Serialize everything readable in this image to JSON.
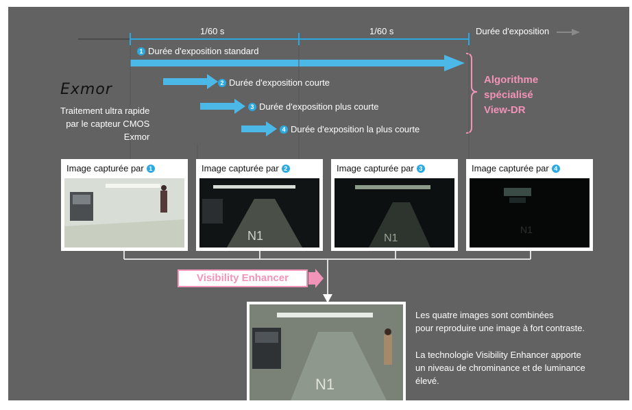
{
  "timeline": {
    "interval1": "1/60 s",
    "interval2": "1/60 s",
    "axis_label": "Durée d'exposition"
  },
  "exposures": [
    {
      "num": "1",
      "label": "Durée d'exposition standard"
    },
    {
      "num": "2",
      "label": "Durée d'exposition courte"
    },
    {
      "num": "3",
      "label": "Durée d'exposition plus courte"
    },
    {
      "num": "4",
      "label": "Durée d'exposition la plus courte"
    }
  ],
  "brand": {
    "logo": "Exmor",
    "description_lines": [
      "Traitement ultra rapide",
      "par le capteur CMOS",
      "Exmor"
    ]
  },
  "algorithm": {
    "lines": [
      "Algorithme",
      "spécialisé",
      "View-DR"
    ],
    "color": "#f293b8"
  },
  "captures": [
    {
      "label": "Image capturée par",
      "num": "1"
    },
    {
      "label": "Image capturée par",
      "num": "2"
    },
    {
      "label": "Image capturée par",
      "num": "3"
    },
    {
      "label": "Image capturée par",
      "num": "4"
    }
  ],
  "enhancer": {
    "label": "Visibility Enhancer",
    "color": "#f293b8"
  },
  "result_text": {
    "para1_lines": [
      "Les quatre images sont combinées",
      "pour reproduire une image à fort contraste."
    ],
    "para2_lines": [
      "La technologie Visibility Enhancer apporte",
      "un niveau de chrominance et de luminance",
      "élevé."
    ]
  },
  "colors": {
    "background": "#626262",
    "arrow_blue": "#4cb8e8",
    "accent_blue": "#2ca9e1",
    "pink": "#f293b8"
  }
}
